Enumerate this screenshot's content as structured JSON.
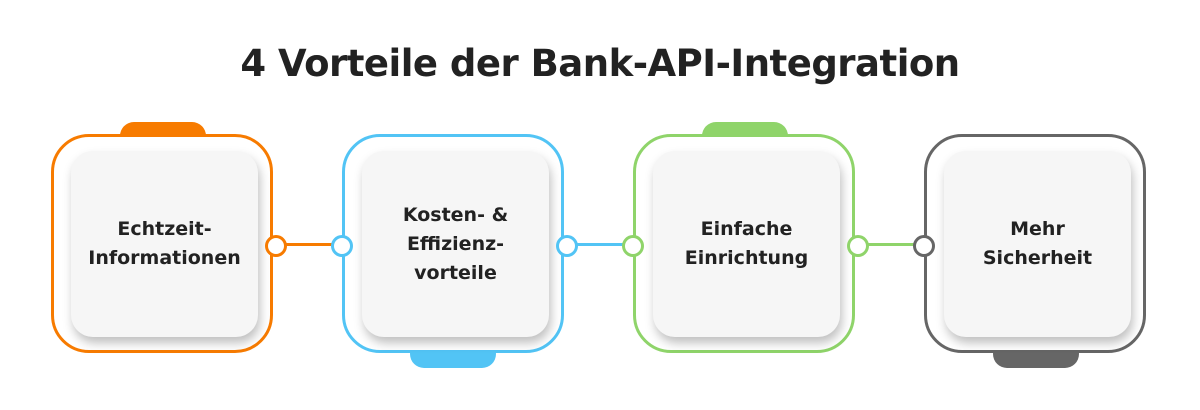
{
  "title": "4 Vorteile der Bank-API-Integration",
  "colors": {
    "orange": "#F77B00",
    "blue": "#52C4F5",
    "green": "#8FD46A",
    "gray": "#666666"
  },
  "steps": [
    {
      "label": "Echtzeit-\nInformationen"
    },
    {
      "label": "Kosten- &\nEffizienz-\nvorteile"
    },
    {
      "label": "Einfache\nEinrichtung"
    },
    {
      "label": "Mehr\nSicherheit"
    }
  ]
}
